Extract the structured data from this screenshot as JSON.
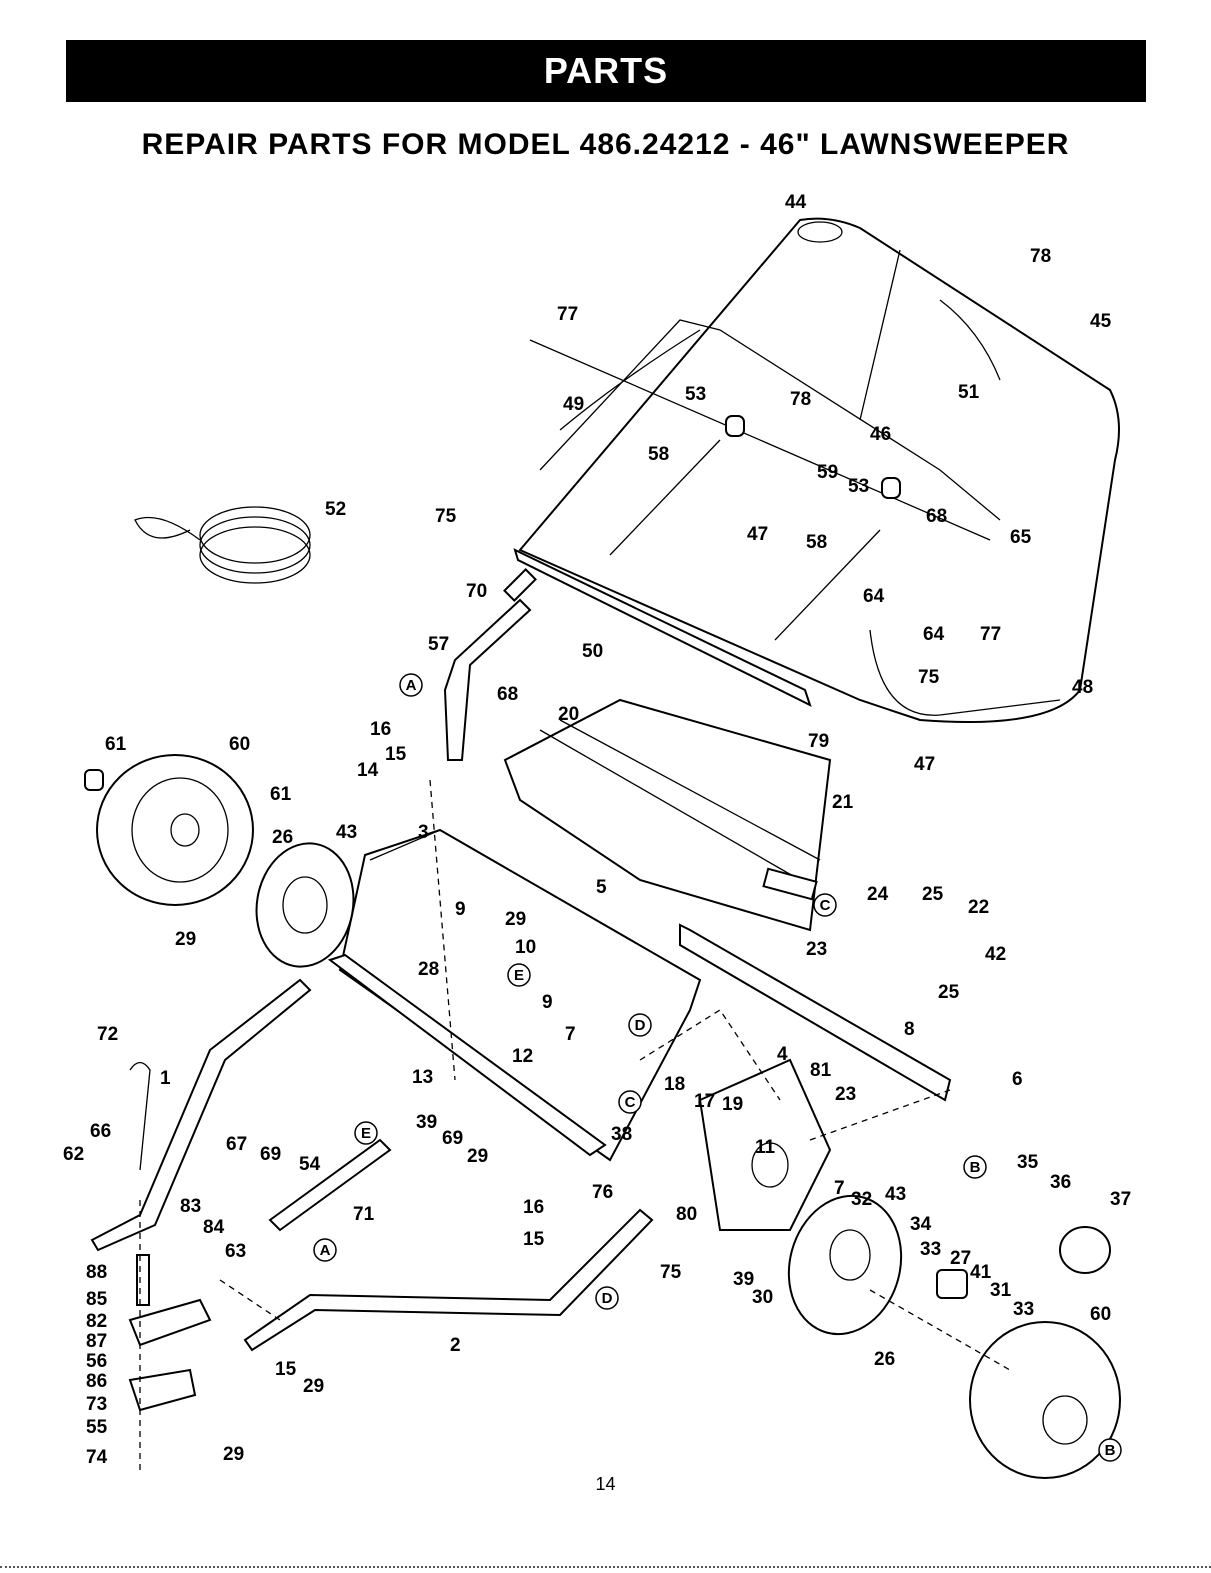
{
  "header": {
    "banner": "PARTS",
    "title": "REPAIR PARTS FOR MODEL 486.24212 - 46\" LAWNSWEEPER"
  },
  "page": {
    "number": "14"
  },
  "ref_markers": [
    "A",
    "B",
    "C",
    "D",
    "E"
  ],
  "callouts": [
    {
      "id": "c44",
      "text": "44"
    },
    {
      "id": "c78a",
      "text": "78"
    },
    {
      "id": "c45",
      "text": "45"
    },
    {
      "id": "c77a",
      "text": "77"
    },
    {
      "id": "c51",
      "text": "51"
    },
    {
      "id": "c53a",
      "text": "53"
    },
    {
      "id": "c78b",
      "text": "78"
    },
    {
      "id": "c49",
      "text": "49"
    },
    {
      "id": "c46",
      "text": "46"
    },
    {
      "id": "c58a",
      "text": "58"
    },
    {
      "id": "c59",
      "text": "59"
    },
    {
      "id": "c53b",
      "text": "53"
    },
    {
      "id": "c52",
      "text": "52"
    },
    {
      "id": "c75a",
      "text": "75"
    },
    {
      "id": "c47a",
      "text": "47"
    },
    {
      "id": "c58b",
      "text": "58"
    },
    {
      "id": "c68a",
      "text": "68"
    },
    {
      "id": "c65",
      "text": "65"
    },
    {
      "id": "c64a",
      "text": "64"
    },
    {
      "id": "c64b",
      "text": "64"
    },
    {
      "id": "c77b",
      "text": "77"
    },
    {
      "id": "c70",
      "text": "70"
    },
    {
      "id": "c57",
      "text": "57"
    },
    {
      "id": "c50",
      "text": "50"
    },
    {
      "id": "c75b",
      "text": "75"
    },
    {
      "id": "c48",
      "text": "48"
    },
    {
      "id": "c68b",
      "text": "68"
    },
    {
      "id": "c20",
      "text": "20"
    },
    {
      "id": "c79",
      "text": "79"
    },
    {
      "id": "c47b",
      "text": "47"
    },
    {
      "id": "c61a",
      "text": "61"
    },
    {
      "id": "c60a",
      "text": "60"
    },
    {
      "id": "c16a",
      "text": "16"
    },
    {
      "id": "c15a",
      "text": "15"
    },
    {
      "id": "c14",
      "text": "14"
    },
    {
      "id": "c21",
      "text": "21"
    },
    {
      "id": "c61b",
      "text": "61"
    },
    {
      "id": "c26a",
      "text": "26"
    },
    {
      "id": "c43a",
      "text": "43"
    },
    {
      "id": "c3",
      "text": "3"
    },
    {
      "id": "c5",
      "text": "5"
    },
    {
      "id": "c24",
      "text": "24"
    },
    {
      "id": "c25a",
      "text": "25"
    },
    {
      "id": "c22",
      "text": "22"
    },
    {
      "id": "c29a",
      "text": "29"
    },
    {
      "id": "c9a",
      "text": "9"
    },
    {
      "id": "c29b",
      "text": "29"
    },
    {
      "id": "c10",
      "text": "10"
    },
    {
      "id": "c23a",
      "text": "23"
    },
    {
      "id": "c42",
      "text": "42"
    },
    {
      "id": "c28",
      "text": "28"
    },
    {
      "id": "c9b",
      "text": "9"
    },
    {
      "id": "c25b",
      "text": "25"
    },
    {
      "id": "c72",
      "text": "72"
    },
    {
      "id": "c8",
      "text": "8"
    },
    {
      "id": "c7a",
      "text": "7"
    },
    {
      "id": "c12",
      "text": "12"
    },
    {
      "id": "c4",
      "text": "4"
    },
    {
      "id": "c81",
      "text": "81"
    },
    {
      "id": "c1",
      "text": "1"
    },
    {
      "id": "c13",
      "text": "13"
    },
    {
      "id": "c6",
      "text": "6"
    },
    {
      "id": "c18",
      "text": "18"
    },
    {
      "id": "c23b",
      "text": "23"
    },
    {
      "id": "c17",
      "text": "17"
    },
    {
      "id": "c19",
      "text": "19"
    },
    {
      "id": "c66",
      "text": "66"
    },
    {
      "id": "c39a",
      "text": "39"
    },
    {
      "id": "c62",
      "text": "62"
    },
    {
      "id": "c67",
      "text": "67"
    },
    {
      "id": "c69a",
      "text": "69"
    },
    {
      "id": "c69b",
      "text": "69"
    },
    {
      "id": "c38",
      "text": "38"
    },
    {
      "id": "c11",
      "text": "11"
    },
    {
      "id": "c54",
      "text": "54"
    },
    {
      "id": "c29c",
      "text": "29"
    },
    {
      "id": "c35",
      "text": "35"
    },
    {
      "id": "c76",
      "text": "76"
    },
    {
      "id": "c7b",
      "text": "7"
    },
    {
      "id": "c32",
      "text": "32"
    },
    {
      "id": "c43b",
      "text": "43"
    },
    {
      "id": "c36",
      "text": "36"
    },
    {
      "id": "c37",
      "text": "37"
    },
    {
      "id": "c83",
      "text": "83"
    },
    {
      "id": "c16b",
      "text": "16"
    },
    {
      "id": "c80",
      "text": "80"
    },
    {
      "id": "c71",
      "text": "71"
    },
    {
      "id": "c34",
      "text": "34"
    },
    {
      "id": "c84",
      "text": "84"
    },
    {
      "id": "c63",
      "text": "63"
    },
    {
      "id": "c15b",
      "text": "15"
    },
    {
      "id": "c33a",
      "text": "33"
    },
    {
      "id": "c27",
      "text": "27"
    },
    {
      "id": "c88",
      "text": "88"
    },
    {
      "id": "c75c",
      "text": "75"
    },
    {
      "id": "c41",
      "text": "41"
    },
    {
      "id": "c39b",
      "text": "39"
    },
    {
      "id": "c31",
      "text": "31"
    },
    {
      "id": "c85",
      "text": "85"
    },
    {
      "id": "c30",
      "text": "30"
    },
    {
      "id": "c33b",
      "text": "33"
    },
    {
      "id": "c60b",
      "text": "60"
    },
    {
      "id": "c82",
      "text": "82"
    },
    {
      "id": "c87",
      "text": "87"
    },
    {
      "id": "c2",
      "text": "2"
    },
    {
      "id": "c56",
      "text": "56"
    },
    {
      "id": "c26b",
      "text": "26"
    },
    {
      "id": "c15c",
      "text": "15"
    },
    {
      "id": "c86",
      "text": "86"
    },
    {
      "id": "c29d",
      "text": "29"
    },
    {
      "id": "c73",
      "text": "73"
    },
    {
      "id": "c55",
      "text": "55"
    },
    {
      "id": "c74",
      "text": "74"
    },
    {
      "id": "c29e",
      "text": "29"
    }
  ]
}
